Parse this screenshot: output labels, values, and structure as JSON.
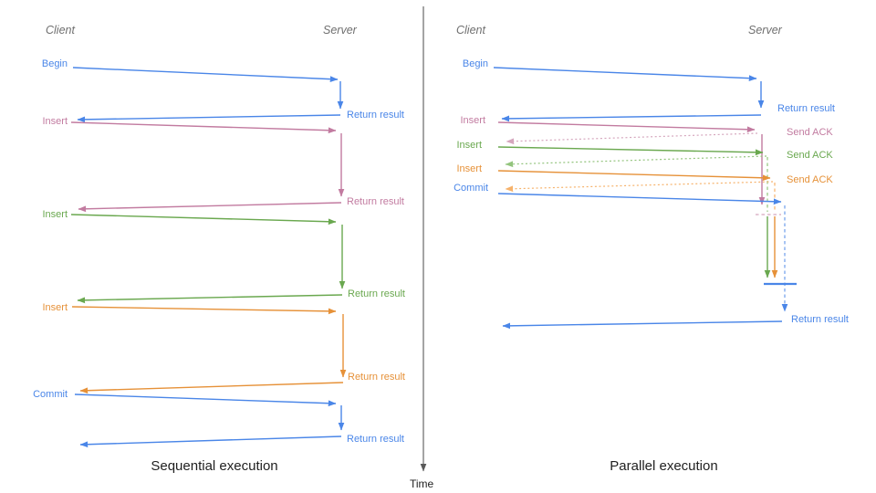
{
  "colors": {
    "blue": "#4a86e8",
    "blue_light": "#6d9eeb",
    "pink": "#c27ba0",
    "pink_light": "#d5a6bd",
    "green": "#6aa84f",
    "green_light": "#93c47d",
    "orange": "#e69138",
    "orange_light": "#f6b26b",
    "axis_gray": "#595959"
  },
  "time_label": "Time",
  "sequential": {
    "title": "Sequential execution",
    "client_header": "Client",
    "server_header": "Server",
    "messages": [
      {
        "request": "Begin",
        "response": "Return result"
      },
      {
        "request": "Insert",
        "response": "Return result"
      },
      {
        "request": "Insert",
        "response": "Return result"
      },
      {
        "request": "Insert",
        "response": "Return result"
      },
      {
        "request": "Commit",
        "response": "Return result"
      }
    ]
  },
  "parallel": {
    "title": "Parallel execution",
    "client_header": "Client",
    "server_header": "Server",
    "messages": [
      {
        "request": "Begin",
        "response": "Return result"
      },
      {
        "request": "Insert",
        "response": "Send ACK"
      },
      {
        "request": "Insert",
        "response": "Send ACK"
      },
      {
        "request": "Insert",
        "response": "Send ACK"
      },
      {
        "request": "Commit",
        "response": "Return result"
      }
    ]
  }
}
